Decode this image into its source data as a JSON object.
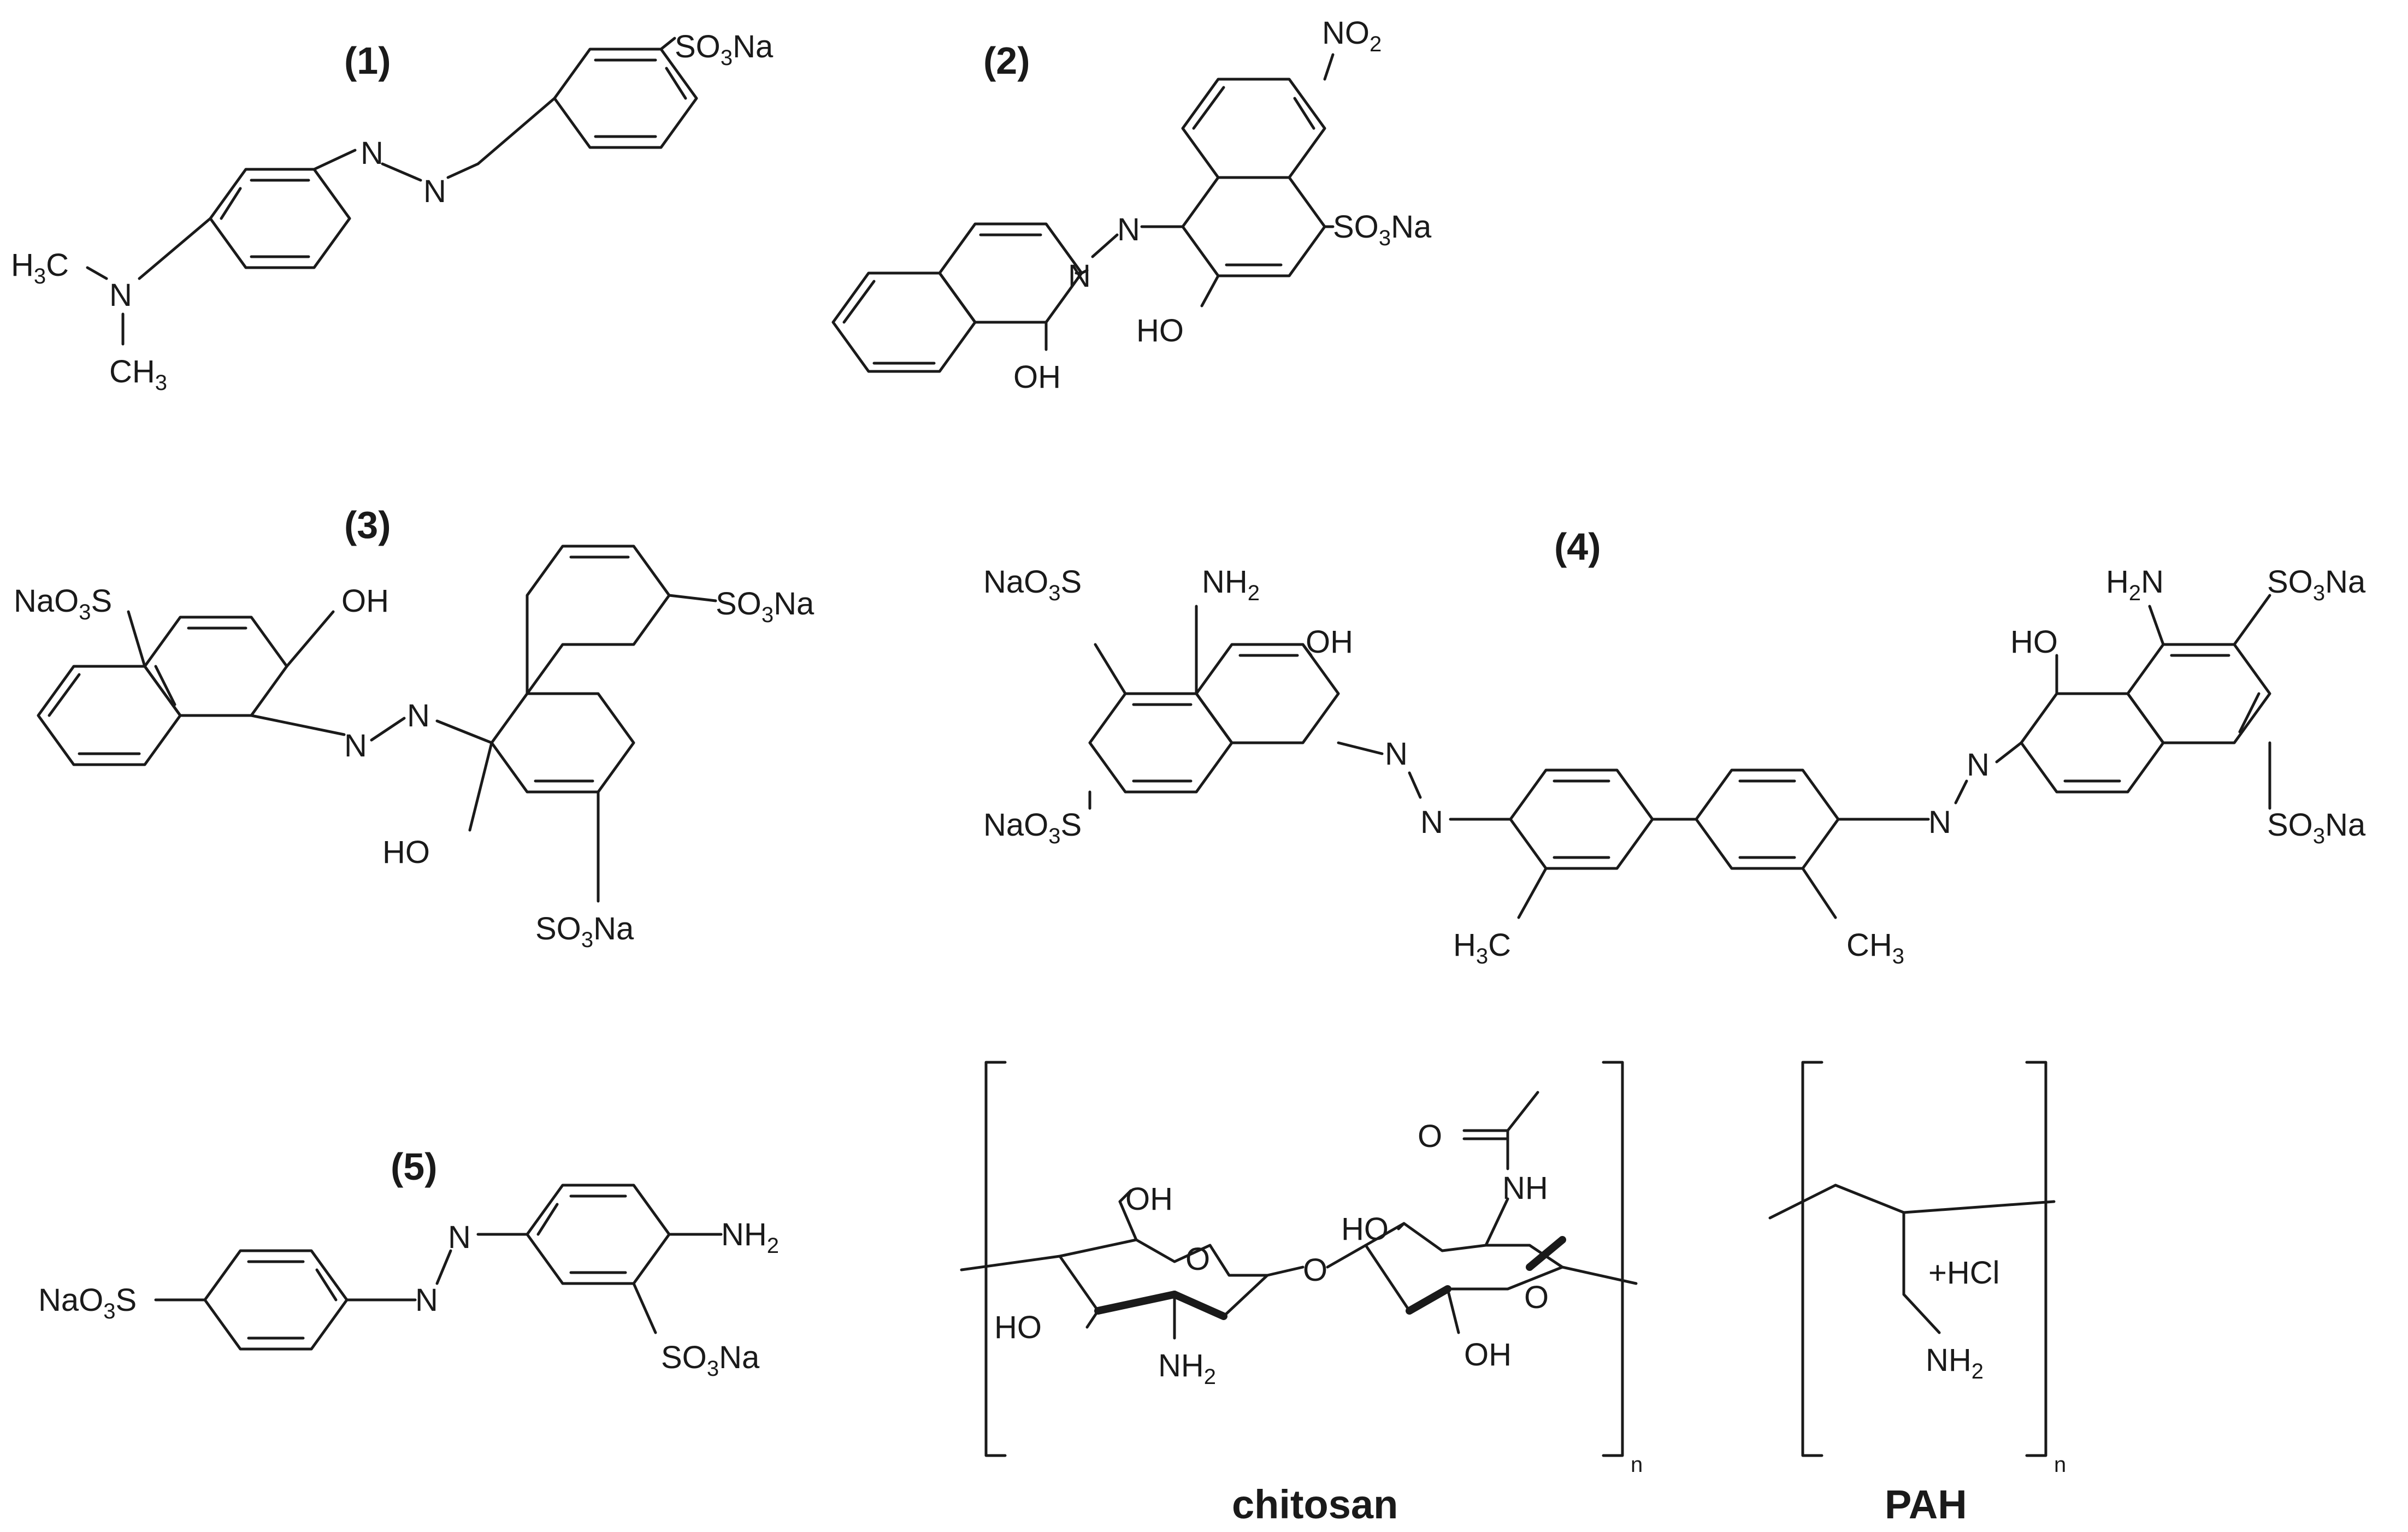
{
  "compounds": {
    "c1": {
      "title": "(1)"
    },
    "c2": {
      "title": "(2)"
    },
    "c3": {
      "title": "(3)"
    },
    "c4": {
      "title": "(4)"
    },
    "c5": {
      "title": "(5)"
    }
  },
  "atoms": {
    "N": "N",
    "NH2": "NH",
    "H2N_prefix": "H",
    "H2N_suffix": "N",
    "OH": "OH",
    "HO": "HO",
    "O": "O",
    "NH": "NH",
    "NO2": "NO",
    "SO3Na_a": "SO",
    "SO3Na_b": "Na",
    "NaO3S_a": "NaO",
    "NaO3S_b": "S",
    "CH3": "CH",
    "H3C_a": "H",
    "H3C_b": "C",
    "HCl": "+HCl",
    "sub2": "2",
    "sub3": "3",
    "subn": "n"
  },
  "polymers": {
    "chitosan": {
      "caption": "chitosan"
    },
    "pah": {
      "caption": "PAH"
    }
  }
}
